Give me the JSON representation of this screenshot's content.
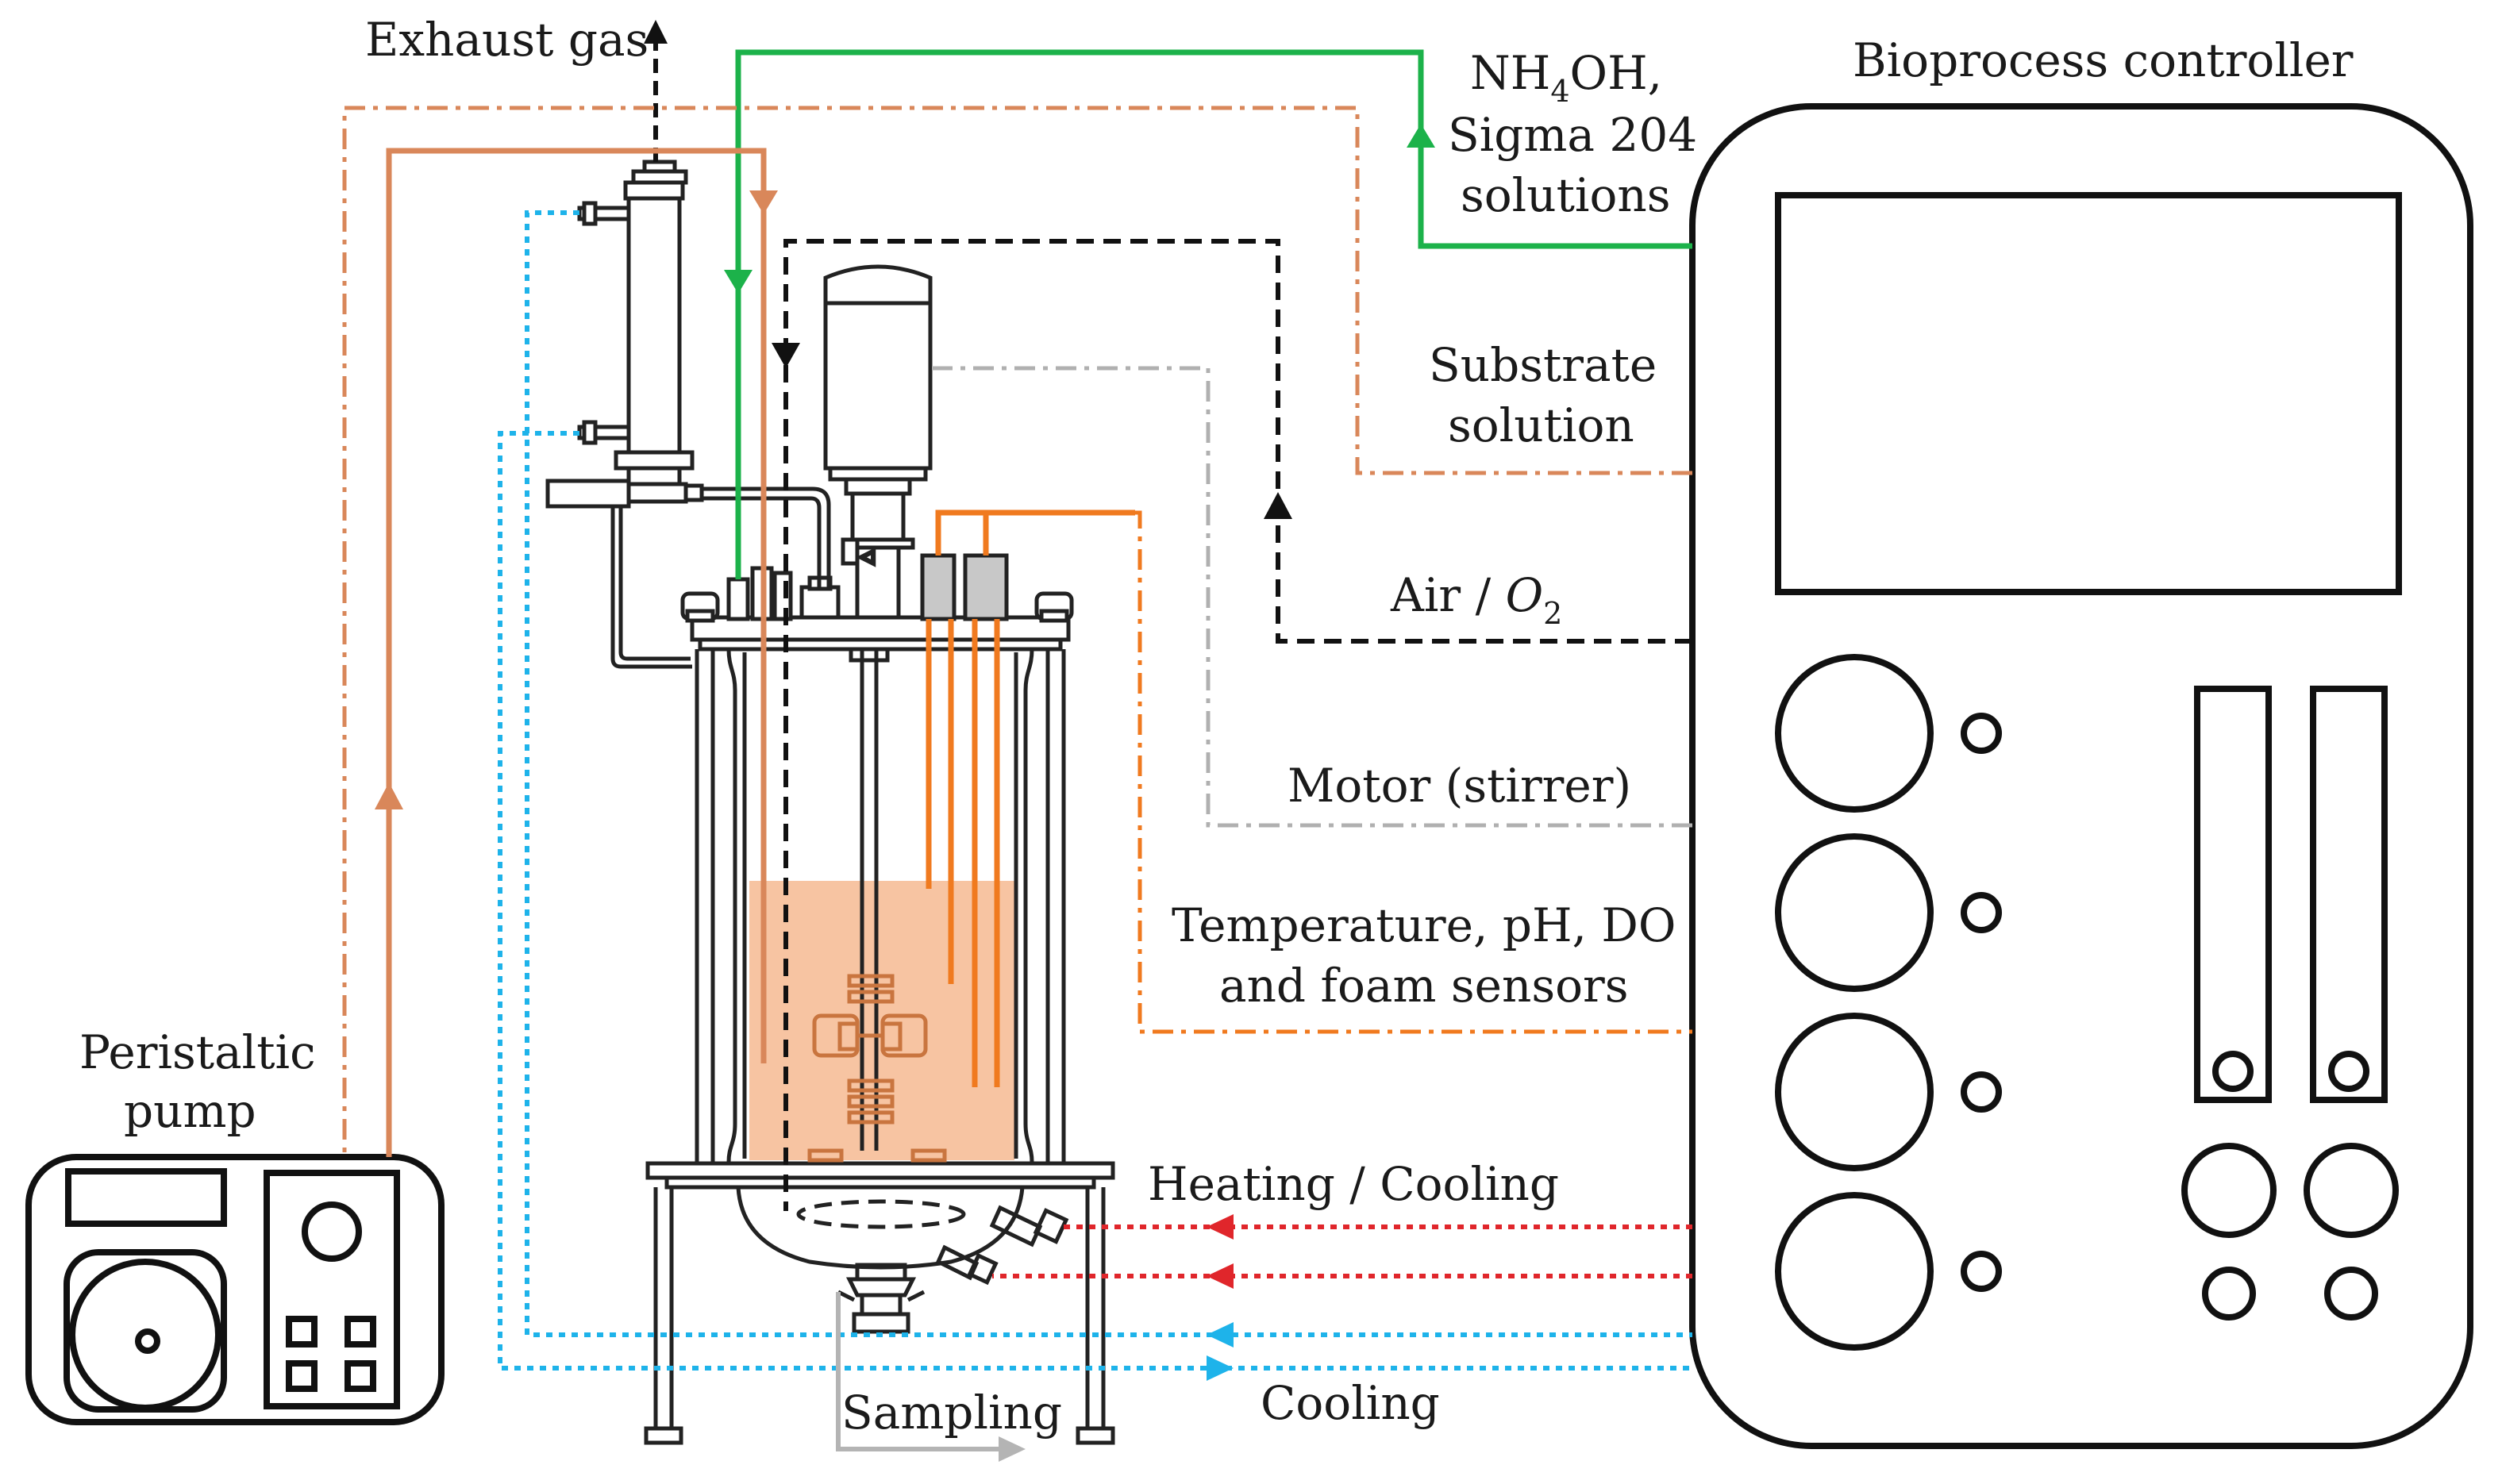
{
  "labels": {
    "exhaust_gas": "Exhaust gas",
    "nh4oh_line1_pre": "NH",
    "nh4oh_line1_sub": "4",
    "nh4oh_line1_post": "OH,",
    "nh4oh_line2": "Sigma 204",
    "nh4oh_line3": "solutions",
    "controller": "Bioprocess controller",
    "substrate_line1": "Substrate",
    "substrate_line2": "solution",
    "air_pre": "Air / ",
    "air_o": "O",
    "air_sub": "2",
    "motor": "Motor (stirrer)",
    "sensors_line1": "Temperature, pH, DO",
    "sensors_line2": "and foam sensors",
    "heating_cooling": "Heating / Cooling",
    "cooling": "Cooling",
    "sampling": "Sampling",
    "pump_line1": "Peristaltic",
    "pump_line2": "pump"
  },
  "colors": {
    "outline": "#111111",
    "nh4oh_line": "#1cb24a",
    "substrate_line": "#d9875a",
    "sensor_line": "#f07a1f",
    "motor_line": "#b0b0b0",
    "air_line": "#111111",
    "heating_line": "#e0262b",
    "cooling_line": "#1eb3ea",
    "sampling_line": "#b4b4b4",
    "culture_fill": "#f7c4a2",
    "sensor_body": "#c8c8c8"
  }
}
